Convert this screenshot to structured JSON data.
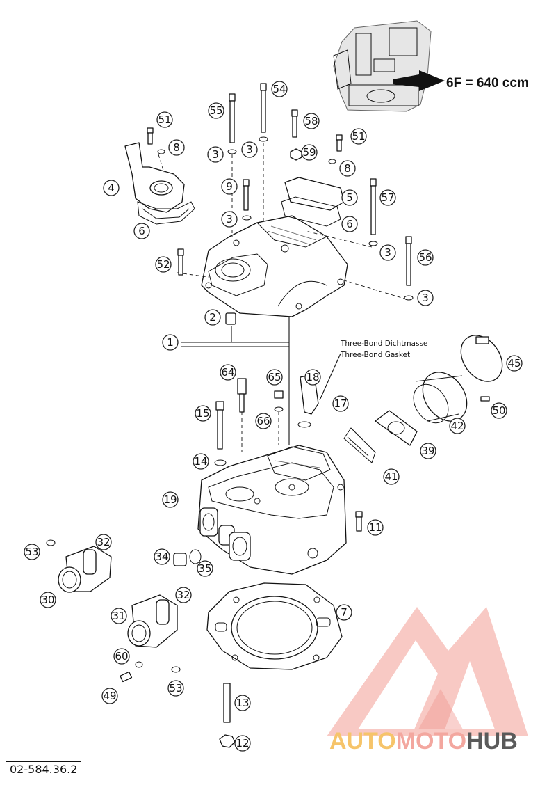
{
  "diagram": {
    "variant_note": "6F = 640 ccm",
    "annotation_line1": "Three-Bond Dichtmasse",
    "annotation_line2": "Three-Bond Gasket",
    "drawing_code": "02-584.36.2",
    "watermark": {
      "part1": "AUTO",
      "part2": "MOTO",
      "part3": "HUB",
      "color_light": "#f3a79f",
      "color_mid": "#f6c46a",
      "color_dark": "#5a5a5a"
    },
    "callouts": [
      "1",
      "2",
      "3",
      "3",
      "3",
      "3",
      "3",
      "4",
      "5",
      "6",
      "6",
      "7",
      "8",
      "8",
      "9",
      "11",
      "12",
      "13",
      "14",
      "15",
      "17",
      "18",
      "19",
      "30",
      "31",
      "32",
      "32",
      "34",
      "35",
      "39",
      "41",
      "42",
      "45",
      "49",
      "50",
      "51",
      "51",
      "52",
      "53",
      "53",
      "54",
      "55",
      "56",
      "57",
      "58",
      "59",
      "60",
      "64",
      "65",
      "66"
    ]
  }
}
